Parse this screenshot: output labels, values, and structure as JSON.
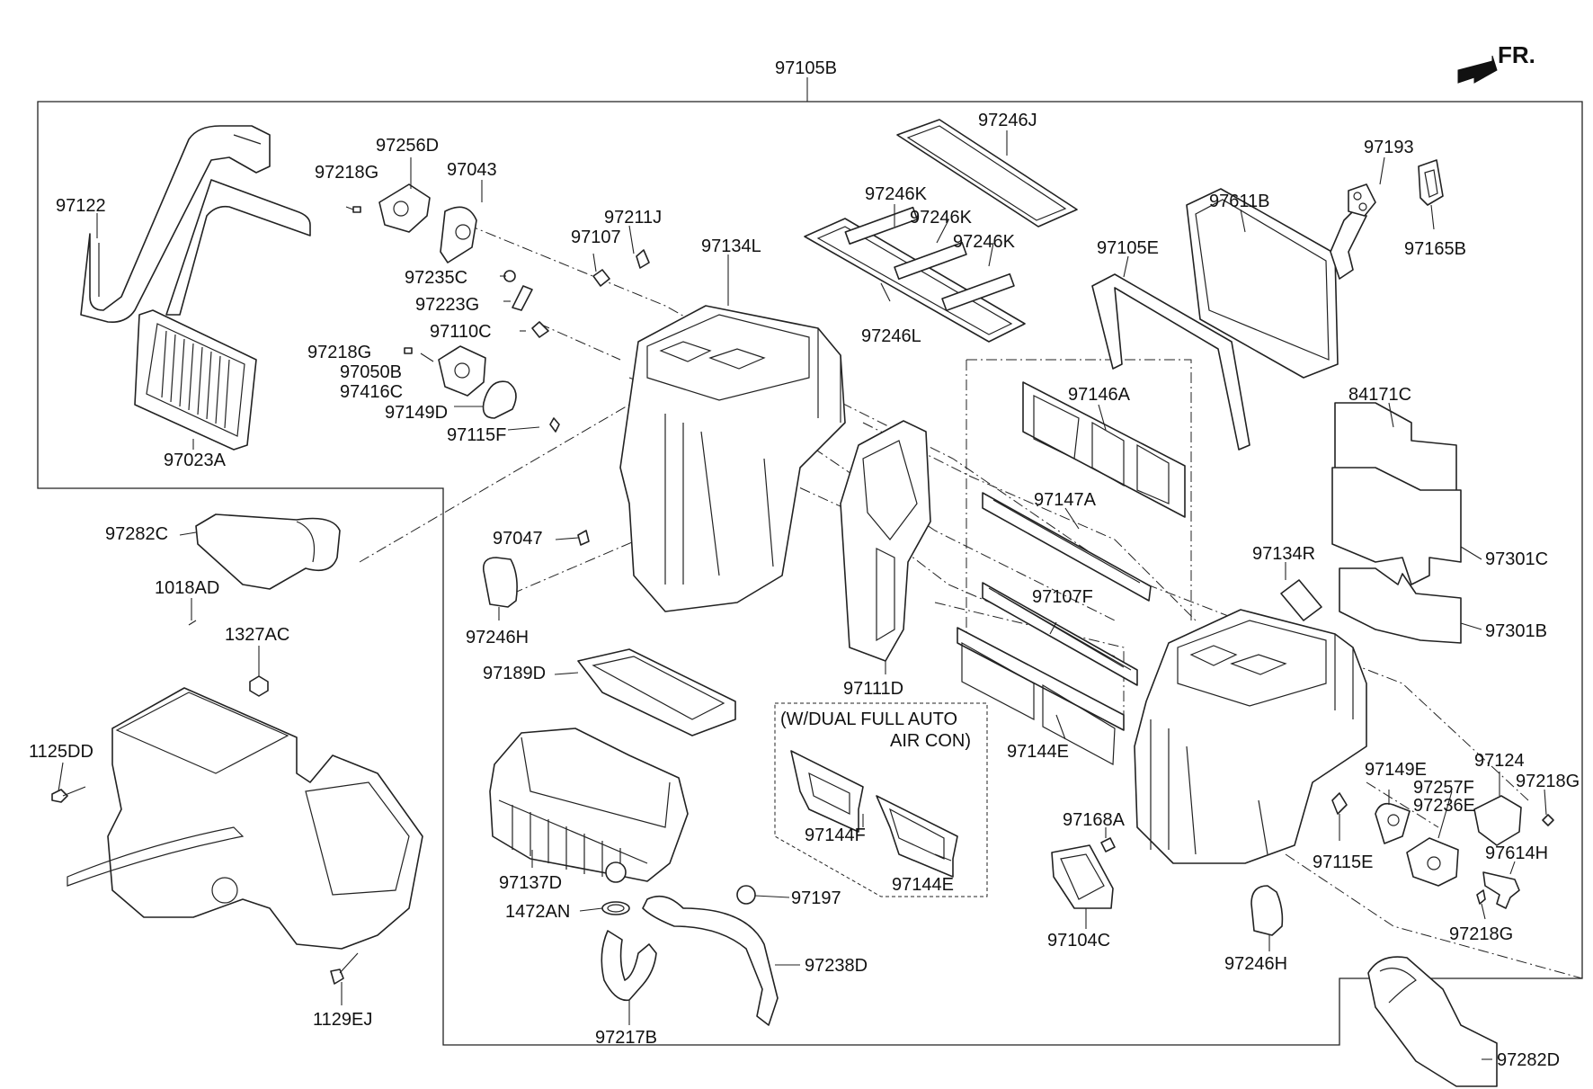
{
  "direction_label": "FR.",
  "note_label": [
    "(W/DUAL FULL AUTO",
    "AIR CON)"
  ],
  "part_numbers": {
    "p97105B": "97105B",
    "p97122": "97122",
    "p97023A": "97023A",
    "p97256D": "97256D",
    "p97218G_a": "97218G",
    "p97043": "97043",
    "p97235C": "97235C",
    "p97223G": "97223G",
    "p97110C": "97110C",
    "p97218G_b": "97218G",
    "p97050B": "97050B",
    "p97416C": "97416C",
    "p97149D": "97149D",
    "p97115F": "97115F",
    "p97211J": "97211J",
    "p97107": "97107",
    "p97134L": "97134L",
    "p97246J": "97246J",
    "p97246K_a": "97246K",
    "p97246K_b": "97246K",
    "p97246K_c": "97246K",
    "p97246L": "97246L",
    "p97105E": "97105E",
    "p97611B": "97611B",
    "p97193": "97193",
    "p97165B": "97165B",
    "p84171C": "84171C",
    "p97146A": "97146A",
    "p97147A": "97147A",
    "p97107F": "97107F",
    "p97144E_a": "97144E",
    "p97134R": "97134R",
    "p97301C": "97301C",
    "p97301B": "97301B",
    "p97111D": "97111D",
    "p97047": "97047",
    "p97246H_a": "97246H",
    "p97189D": "97189D",
    "p97282C": "97282C",
    "p1018AD": "1018AD",
    "p1327AC": "1327AC",
    "p1125DD": "1125DD",
    "p1129EJ": "1129EJ",
    "p97137D": "97137D",
    "p1472AN": "1472AN",
    "p97217B": "97217B",
    "p97197": "97197",
    "p97238D": "97238D",
    "p97144F": "97144F",
    "p97144E_b": "97144E",
    "p97168A": "97168A",
    "p97104C": "97104C",
    "p97246H_b": "97246H",
    "p97115E": "97115E",
    "p97149E": "97149E",
    "p97257F": "97257F",
    "p97236E": "97236E",
    "p97124": "97124",
    "p97218G_c": "97218G",
    "p97614H": "97614H",
    "p97218G_d": "97218G",
    "p97282D": "97282D"
  }
}
